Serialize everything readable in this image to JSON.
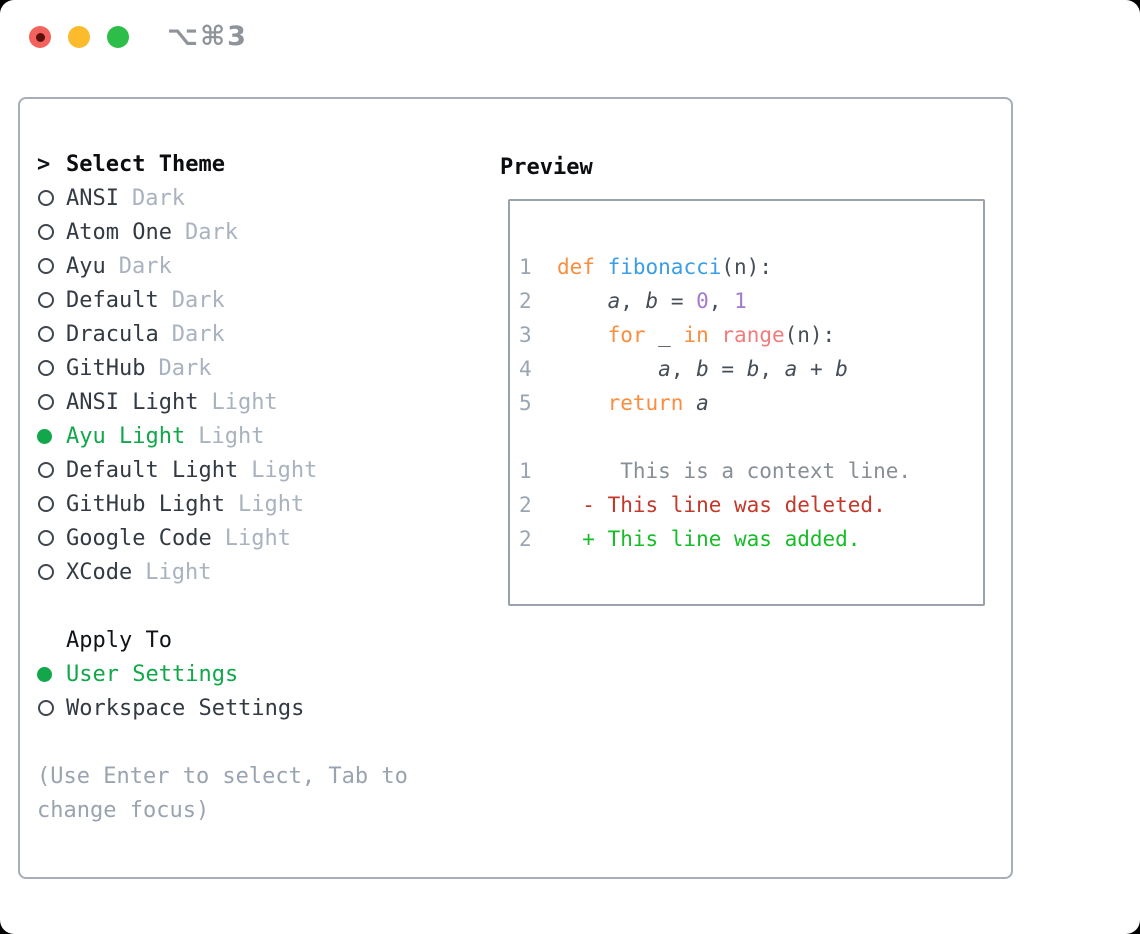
{
  "window": {
    "title": "⌥⌘3"
  },
  "traffic_lights": [
    {
      "name": "close",
      "has_inner_dot": true
    },
    {
      "name": "minimize",
      "has_inner_dot": false
    },
    {
      "name": "zoom",
      "has_inner_dot": false
    }
  ],
  "theme_menu": {
    "prompt": ">",
    "header": "Select Theme",
    "items": [
      {
        "name": "ANSI",
        "variant": "Dark",
        "selected": false
      },
      {
        "name": "Atom One",
        "variant": "Dark",
        "selected": false
      },
      {
        "name": "Ayu",
        "variant": "Dark",
        "selected": false
      },
      {
        "name": "Default",
        "variant": "Dark",
        "selected": false
      },
      {
        "name": "Dracula",
        "variant": "Dark",
        "selected": false
      },
      {
        "name": "GitHub",
        "variant": "Dark",
        "selected": false
      },
      {
        "name": "ANSI Light",
        "variant": "Light",
        "selected": false
      },
      {
        "name": "Ayu Light",
        "variant": "Light",
        "selected": true
      },
      {
        "name": "Default Light",
        "variant": "Light",
        "selected": false
      },
      {
        "name": "GitHub Light",
        "variant": "Light",
        "selected": false
      },
      {
        "name": "Google Code",
        "variant": "Light",
        "selected": false
      },
      {
        "name": "XCode",
        "variant": "Light",
        "selected": false
      }
    ]
  },
  "apply_to": {
    "header": "Apply To",
    "options": [
      {
        "name": "User Settings",
        "selected": true
      },
      {
        "name": "Workspace Settings",
        "selected": false
      }
    ]
  },
  "hint": {
    "lines": [
      "(Use Enter to select, Tab to",
      "change focus)"
    ]
  },
  "preview": {
    "header": "Preview",
    "code_lines": [
      {
        "num": "1",
        "tokens": [
          [
            "def",
            "kw"
          ],
          [
            " ",
            "pl"
          ],
          [
            "fibonacci",
            "fn"
          ],
          [
            "(n):",
            "pl"
          ]
        ]
      },
      {
        "num": "2",
        "tokens": [
          [
            "    ",
            "pl"
          ],
          [
            "a",
            "var"
          ],
          [
            ", ",
            "pl"
          ],
          [
            "b",
            "var"
          ],
          [
            " = ",
            "pl"
          ],
          [
            "0",
            "num"
          ],
          [
            ", ",
            "pl"
          ],
          [
            "1",
            "num"
          ]
        ]
      },
      {
        "num": "3",
        "tokens": [
          [
            "    ",
            "pl"
          ],
          [
            "for",
            "kw"
          ],
          [
            " _ ",
            "pl"
          ],
          [
            "in",
            "kw"
          ],
          [
            " ",
            "pl"
          ],
          [
            "range",
            "call"
          ],
          [
            "(n):",
            "pl"
          ]
        ]
      },
      {
        "num": "4",
        "tokens": [
          [
            "        ",
            "pl"
          ],
          [
            "a",
            "var"
          ],
          [
            ", ",
            "pl"
          ],
          [
            "b",
            "var"
          ],
          [
            " = ",
            "pl"
          ],
          [
            "b",
            "var"
          ],
          [
            ", ",
            "pl"
          ],
          [
            "a",
            "var"
          ],
          [
            " + ",
            "pl"
          ],
          [
            "b",
            "var"
          ]
        ]
      },
      {
        "num": "5",
        "tokens": [
          [
            "    ",
            "pl"
          ],
          [
            "return",
            "kw"
          ],
          [
            " ",
            "pl"
          ],
          [
            "a",
            "var"
          ]
        ]
      },
      {
        "num": "",
        "tokens": []
      },
      {
        "num": "1",
        "tokens": [
          [
            "     This is a context line.",
            "ctx"
          ]
        ]
      },
      {
        "num": "2",
        "tokens": [
          [
            "  - This line was deleted.",
            "del"
          ]
        ]
      },
      {
        "num": "2",
        "tokens": [
          [
            "  + This line was added.",
            "add"
          ]
        ]
      }
    ]
  },
  "colors": {
    "accent_green": "#12a74a",
    "traffic_red": "#f2635d",
    "traffic_yellow": "#fcbb2d",
    "traffic_green": "#2dbe4a",
    "code": {
      "keyword": "#fa8d3e",
      "function": "#399ee6",
      "number": "#a37acc",
      "call": "#f47b7b",
      "plain": "#454d57",
      "gutter": "#9aa5b4",
      "context": "#868e96",
      "deleted": "#c2382a",
      "added": "#16bd27"
    }
  }
}
